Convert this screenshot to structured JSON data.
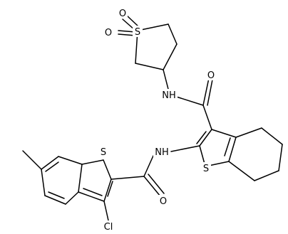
{
  "molecule": {
    "atom_labels": [
      {
        "id": "o1",
        "text": "O"
      },
      {
        "id": "o2",
        "text": "O"
      },
      {
        "id": "s_sulfone",
        "text": "S"
      },
      {
        "id": "nh_top",
        "text": "NH"
      },
      {
        "id": "o_amide_top",
        "text": "O"
      },
      {
        "id": "s_benzo",
        "text": "S"
      },
      {
        "id": "nh_mid",
        "text": "NH"
      },
      {
        "id": "s_thiophene",
        "text": "S"
      },
      {
        "id": "o_amide_bottom",
        "text": "O"
      },
      {
        "id": "cl",
        "text": "Cl"
      }
    ]
  }
}
